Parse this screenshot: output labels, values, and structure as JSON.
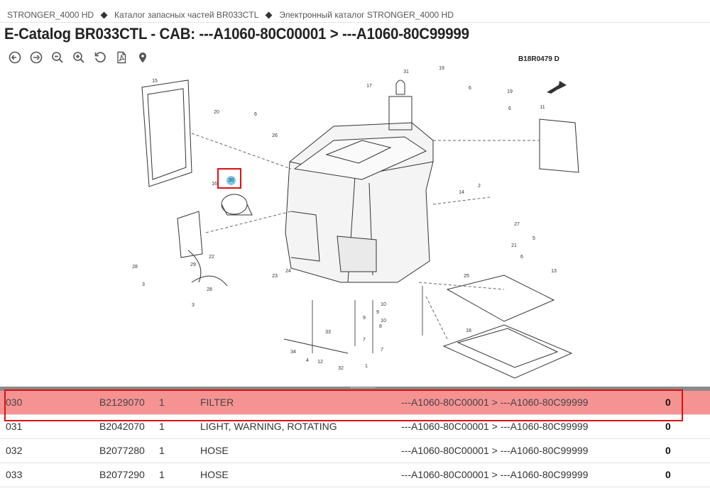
{
  "breadcrumb": {
    "items": [
      "STRONGER_4000 HD",
      "Каталог запасных частей BR033CTL",
      "Электронный каталог STRONGER_4000 HD"
    ]
  },
  "page": {
    "title": "E-Catalog BR033CTL - CAB: ---A1060-80C00001 > ---A1060-80C99999"
  },
  "toolbar": {
    "tools": [
      "arrow-left-icon",
      "arrow-right-icon",
      "zoom-out-icon",
      "zoom-in-icon",
      "rotate-icon",
      "pdf-icon",
      "map-pin-icon"
    ]
  },
  "drawing": {
    "code": "B18R0479   D",
    "hotspot_label": "30",
    "callouts": [
      "15",
      "20",
      "6",
      "26",
      "17",
      "31",
      "19",
      "6",
      "19",
      "6",
      "11",
      "16",
      "14",
      "2",
      "27",
      "5",
      "25",
      "13",
      "18",
      "21",
      "29",
      "22",
      "28",
      "3",
      "28",
      "3",
      "23",
      "24",
      "10",
      "10",
      "9",
      "9",
      "8",
      "7",
      "33",
      "34",
      "4",
      "12",
      "32",
      "1",
      "6",
      "7"
    ]
  },
  "parts": {
    "rows": [
      {
        "pos": "030",
        "code": "B2129070",
        "qty": "1",
        "name": "FILTER",
        "range": "---A1060-80C00001 > ---A1060-80C99999",
        "stock": "0",
        "selected": true
      },
      {
        "pos": "031",
        "code": "B2042070",
        "qty": "1",
        "name": "LIGHT, WARNING, ROTATING",
        "range": "---A1060-80C00001 > ---A1060-80C99999",
        "stock": "0",
        "selected": false
      },
      {
        "pos": "032",
        "code": "B2077280",
        "qty": "1",
        "name": "HOSE",
        "range": "---A1060-80C00001 > ---A1060-80C99999",
        "stock": "0",
        "selected": false
      },
      {
        "pos": "033",
        "code": "B2077290",
        "qty": "1",
        "name": "HOSE",
        "range": "---A1060-80C00001 > ---A1060-80C99999",
        "stock": "0",
        "selected": false
      }
    ]
  },
  "colors": {
    "selected_row": "#f59393",
    "highlight_border": "#e01010",
    "hotspot_dot": "#7ec7e8"
  }
}
